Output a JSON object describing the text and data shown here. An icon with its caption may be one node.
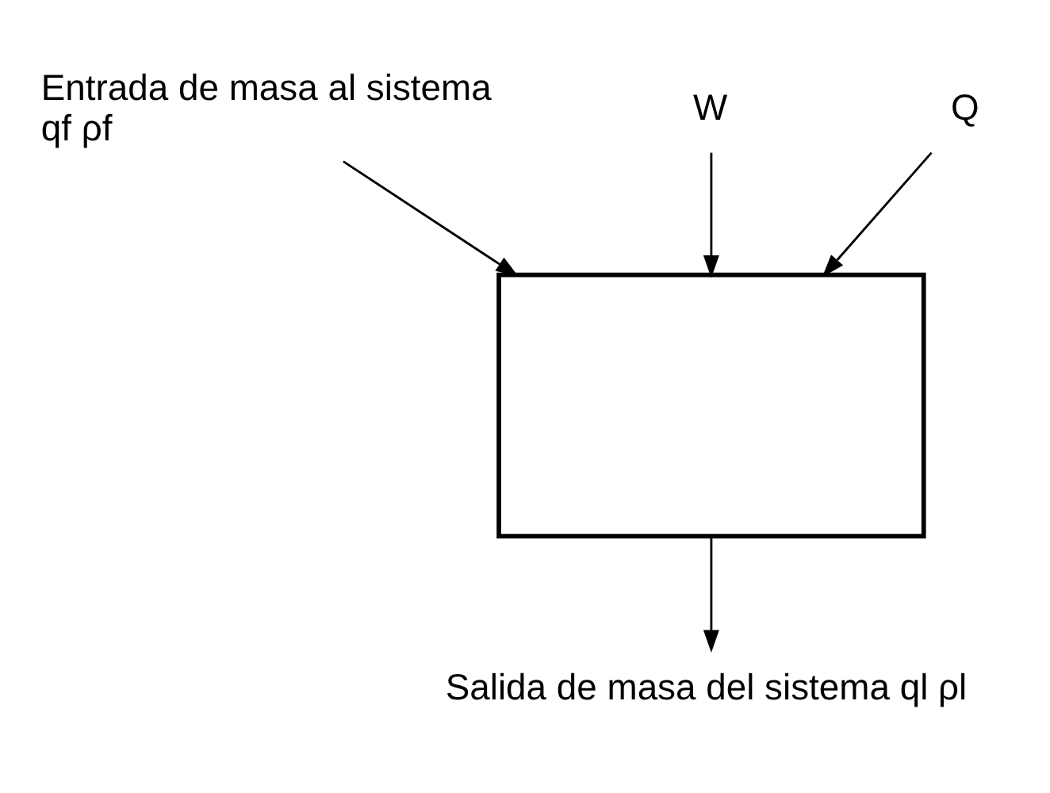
{
  "diagram": {
    "nodes": [
      {
        "text": [
          "Entrada de masa al sistema",
          "qf ρf"
        ]
      },
      {
        "text": [
          "W"
        ]
      },
      {
        "text": [],
        "shape": "box"
      },
      {
        "text": [
          "Q"
        ]
      },
      {
        "text": [
          "Salida de masa del sistema ql ρl"
        ]
      }
    ],
    "edges": [
      {
        "from": 0,
        "to": 2,
        "arrow": "to"
      },
      {
        "from": 1,
        "to": 2,
        "arrow": "to"
      },
      {
        "from": 3,
        "to": 2,
        "arrow": "to"
      },
      {
        "from": 2,
        "to": 4,
        "arrow": "to"
      }
    ]
  }
}
